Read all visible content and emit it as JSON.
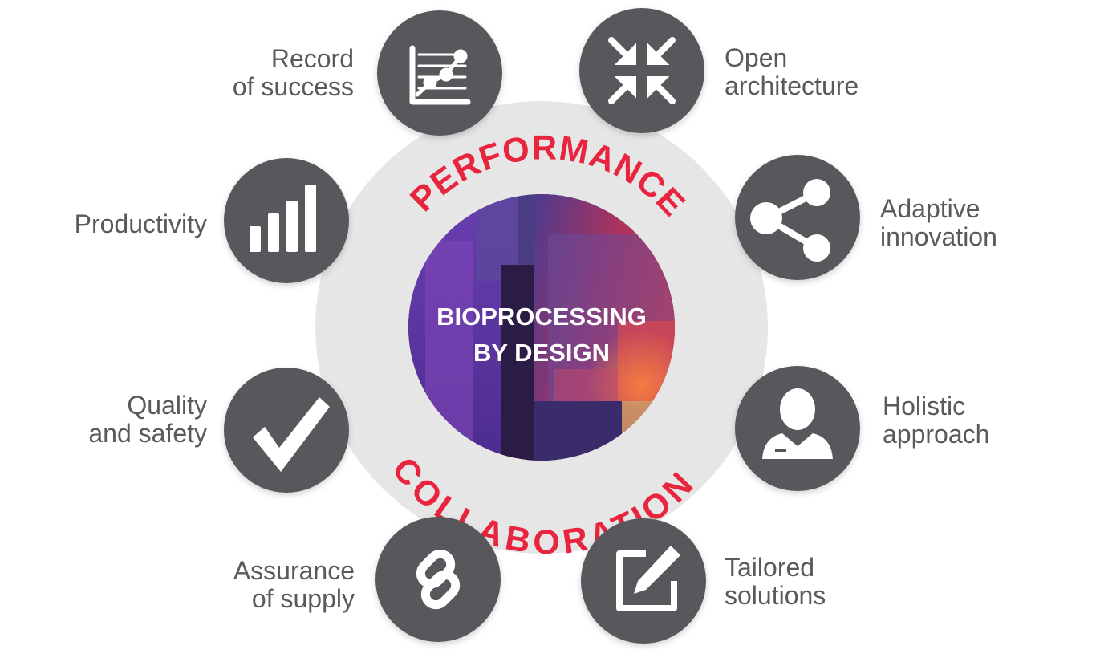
{
  "center": {
    "title_line1": "BIOPROCESSING",
    "title_line2": "BY DESIGN",
    "arc_top": "PERFORMANCE",
    "arc_bottom": "COLLABORATION"
  },
  "nodes": [
    {
      "id": "record",
      "icon": "line-chart-icon",
      "line1": "Record",
      "line2": "of success"
    },
    {
      "id": "open",
      "icon": "compress-arrows-icon",
      "line1": "Open",
      "line2": "architecture"
    },
    {
      "id": "productivity",
      "icon": "bar-chart-icon",
      "line1": "Productivity",
      "line2": ""
    },
    {
      "id": "adaptive",
      "icon": "share-icon",
      "line1": "Adaptive",
      "line2": "innovation"
    },
    {
      "id": "quality",
      "icon": "checkmark-icon",
      "line1": "Quality",
      "line2": "and safety"
    },
    {
      "id": "holistic",
      "icon": "person-icon",
      "line1": "Holistic",
      "line2": "approach"
    },
    {
      "id": "assurance",
      "icon": "chain-link-icon",
      "line1": "Assurance",
      "line2": "of supply"
    },
    {
      "id": "tailored",
      "icon": "edit-pencil-icon",
      "line1": "Tailored",
      "line2": "solutions"
    }
  ],
  "colors": {
    "ring": "#e6e6e7",
    "node": "#58595b",
    "accent": "#e8243e",
    "text": "#595a5c"
  }
}
